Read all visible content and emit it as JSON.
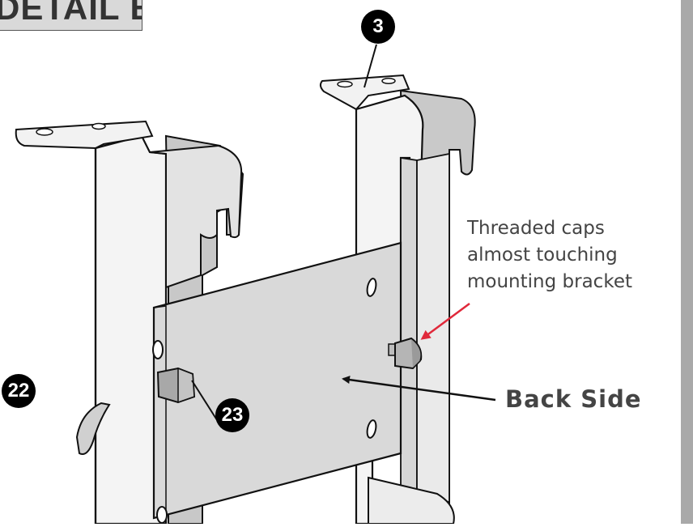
{
  "detail_label": "DETAIL B",
  "callouts": {
    "part_3": "3",
    "part_22": "22",
    "part_23": "23"
  },
  "annotations": {
    "threaded_caps_note": "Threaded caps\nalmost touching\nmounting bracket",
    "back_side": "Back Side"
  },
  "colors": {
    "note_arrow": "#e0283a",
    "side_bar": "#a9a9a9",
    "label_box": "#d9d9d9"
  }
}
